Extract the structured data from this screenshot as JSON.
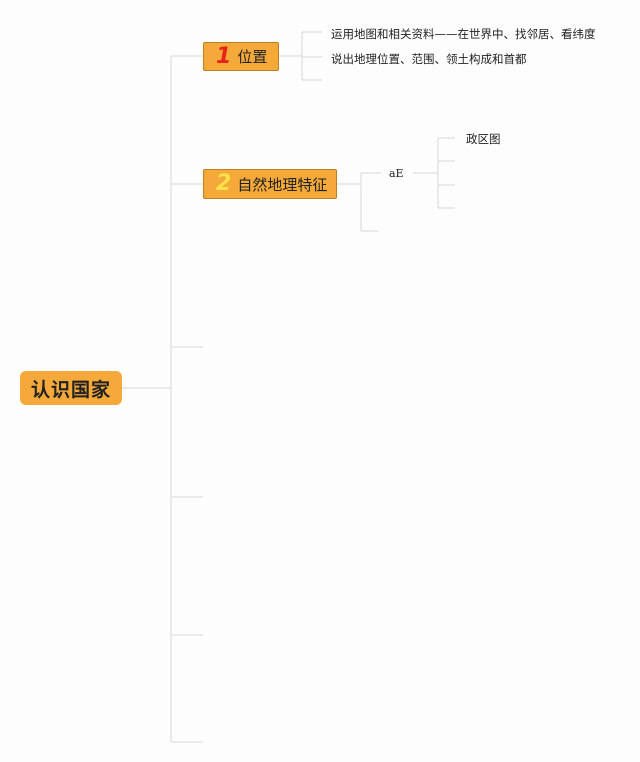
{
  "root": {
    "label": "认识国家"
  },
  "branches": [
    {
      "number": "1",
      "label": "位置",
      "children": [
        "运用地图和相关资料——在世界中、找邻居、看纬度",
        "说出地理位置、范围、领土构成和首都"
      ]
    },
    {
      "number": "2",
      "label": "自然地理特征",
      "children": [
        {
          "label": "aE",
          "children": [
            "政区图"
          ]
        }
      ]
    }
  ],
  "colors": {
    "node_fill": "#f4a93a",
    "number_1": "#e8221a",
    "number_2": "#ffe24a",
    "connector": "#d8d8d8",
    "background": "#fdfdfd"
  }
}
